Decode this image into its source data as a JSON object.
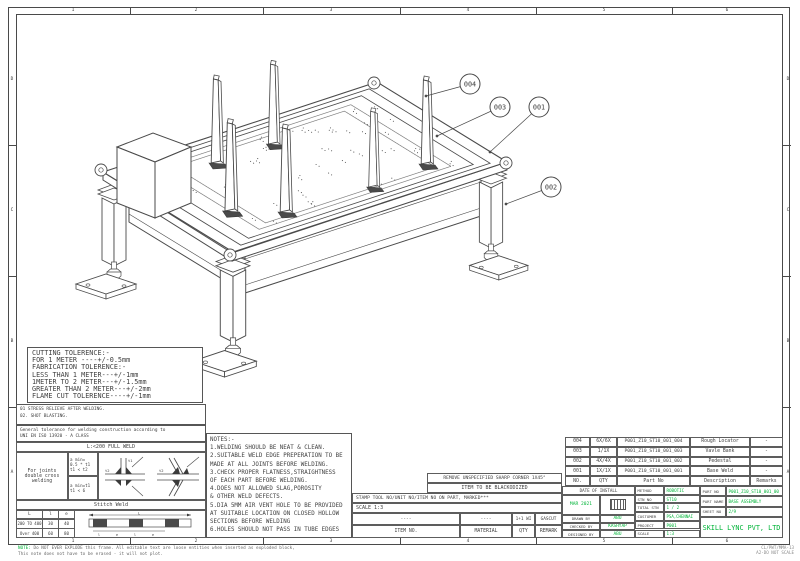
{
  "frame": {
    "col_labels": [
      "1",
      "2",
      "3",
      "4",
      "5",
      "6"
    ],
    "row_labels": [
      "D",
      "C",
      "B",
      "A"
    ]
  },
  "drawing": {
    "balloons": [
      {
        "label": "004"
      },
      {
        "label": "003"
      },
      {
        "label": "001"
      },
      {
        "label": "002"
      }
    ]
  },
  "tolerance_box": {
    "lines": [
      "CUTTING TOLERENCE:-",
      "FOR 1 METER ----+/-0.5mm",
      "FABRICATION TOLERENCE:-",
      "LESS THAN 1 METER---+/-1mm",
      "1METER TO 2 METER---+/-1.5mm",
      "GREATER THAN 2 METER---+/-2mm",
      "FLAME CUT TOLERENCE----+/-1mm"
    ]
  },
  "weld_spec": {
    "stress_lines": [
      "01 STRESS RELIEVE AFTER WELDING.",
      "02. SHOT BLASTING."
    ],
    "general_lines": [
      "General tolerance for welding construction according to",
      "UNI EN ISO 13920 - A CLASS"
    ],
    "full_weld": "L:<200 FULL WELD",
    "joints_label_1": "For joints",
    "joints_label_2": "double cross",
    "joints_label_3": "welding",
    "amin_top_1": "a min=",
    "amin_top_2": "0.5 * t1",
    "amin_top_3": "t1 < t2",
    "amin_bot_1": "a min=t1",
    "amin_bot_2": "t1 < 6",
    "stitch_label": "Stitch Weld",
    "stitch_table": {
      "headers": [
        "L",
        "l",
        "e"
      ],
      "rows": [
        [
          "200 TO 400",
          "30",
          "40"
        ],
        [
          "Over 400",
          "60",
          "80"
        ]
      ]
    }
  },
  "notes": {
    "title": "NOTES:-",
    "lines": [
      "1.WELDING SHOULD BE NEAT & CLEAN.",
      "2.SUITABLE WELD EDGE PREPERATION TO BE",
      "MADE AT ALL JOINTS BEFORE WELDING.",
      "3.CHECK PROPER FLATNESS,STRAIGHTNESS",
      "OF EACH PART BEFORE WELDING.",
      "4.DOES NOT ALLOWED SLAG,POROSITY",
      "& OTHER WELD DEFECTS.",
      "5.DIA 5MM AIR VENT HOLE TO BE PROVIDED",
      "AT SUITABLE LOCATION ON CLOSED HOLLOW",
      "SECTIONS BEFORE WELDING",
      "6.HOLES SHOULD NOT PASS IN TUBE EDGES"
    ]
  },
  "finish_block": {
    "remove_corner": "REMOVE UNSPECIFIED SHARP CORNER 1X45°",
    "blackodized": "ITEM TO BE BLACKODIZED",
    "stamp": "STAMP TOOL NO/UNIT NO/ITEM NO ON PART, MARKED***",
    "scale": "SCALE 1:3",
    "item_values": [
      "----",
      "----",
      "1+1 WI",
      "GASCUT"
    ],
    "item_headers": [
      "ITEM NO.",
      "MATERIAL",
      "QTY",
      "REMARK"
    ]
  },
  "bom": {
    "headers": [
      "NO.",
      "QTY",
      "Part No",
      "Description",
      "Remarks"
    ],
    "rows": [
      [
        "004",
        "6X/6X",
        "P001_Z10_ST10_001_004",
        "Rough Locator",
        "-"
      ],
      [
        "003",
        "1/1X",
        "P001_Z10_ST10_001_003",
        "Vavle Bank",
        "-"
      ],
      [
        "002",
        "4X/4X",
        "P001_Z10_ST10_001_002",
        "Pedestal",
        "-"
      ],
      [
        "001",
        "1X/1X",
        "P001_Z10_ST10_001_001",
        "Base Weld",
        "-"
      ]
    ]
  },
  "title_block": {
    "date_of_install_label": "DATE OF INSTALL",
    "date_value": "MAR 2021",
    "drawn_label": "DRAWN BY",
    "drawn_value": "ABU",
    "checked_label": "CHECKED BY",
    "checked_value": "KASHYAP",
    "designed_label": "DESIGNED BY",
    "designed_value": "ABU",
    "method_label": "METHOD",
    "method_value": "ROBOTIC",
    "stn_label": "STN NO",
    "stn_value": "ST10",
    "total_stn_label": "TOTAL STN",
    "total_stn_value": "1 / 2",
    "customer_label": "CUSTOMER",
    "customer_value": "PSA,CHENNAI",
    "project_label": "PROJECT",
    "project_value": "P001",
    "scale_label": "SCALE",
    "scale_value": "1:3",
    "part_no_label": "PART NO",
    "part_no_value": "P001_Z10_ST10_001_00",
    "part_name_label": "PART NAME",
    "part_name_value": "BASE ASSEMBLY",
    "sheet_label": "SHEET NO",
    "sheet_value": "2/9",
    "company": "SKILL LYNC PVT, LTD"
  },
  "footer": {
    "prefix": "NOTE:",
    "line1": " Do NOT EVER EXPLODE this frame. All editable text are loose entities when inserted as exploded block,",
    "line2": "This note does not have to be erased - it will not plot."
  },
  "corner": {
    "lines": [
      "CL/PWT/MMA-13",
      "A2-DO NOT SCALE"
    ]
  },
  "colors": {
    "accent_green": "#00b438",
    "line": "#4a4a4a"
  }
}
